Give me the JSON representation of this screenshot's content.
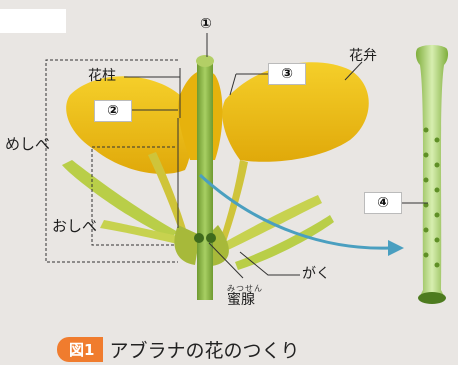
{
  "figure": {
    "badge": "図1",
    "title": "アブラナの花のつくり"
  },
  "labels": {
    "pistil": "めしべ",
    "stamen": "おしべ",
    "style": "花柱",
    "petal": "花弁",
    "sepal": "がく",
    "nectary": "蜜腺",
    "nectary_reading": "みつせん"
  },
  "markers": {
    "m1": "①",
    "m2": "②",
    "m3": "③",
    "m4": "④"
  },
  "colors": {
    "petal": "#f2c40c",
    "stem": "#8db84a",
    "arrow": "#4a9fc0",
    "badge": "#f07c2e"
  }
}
